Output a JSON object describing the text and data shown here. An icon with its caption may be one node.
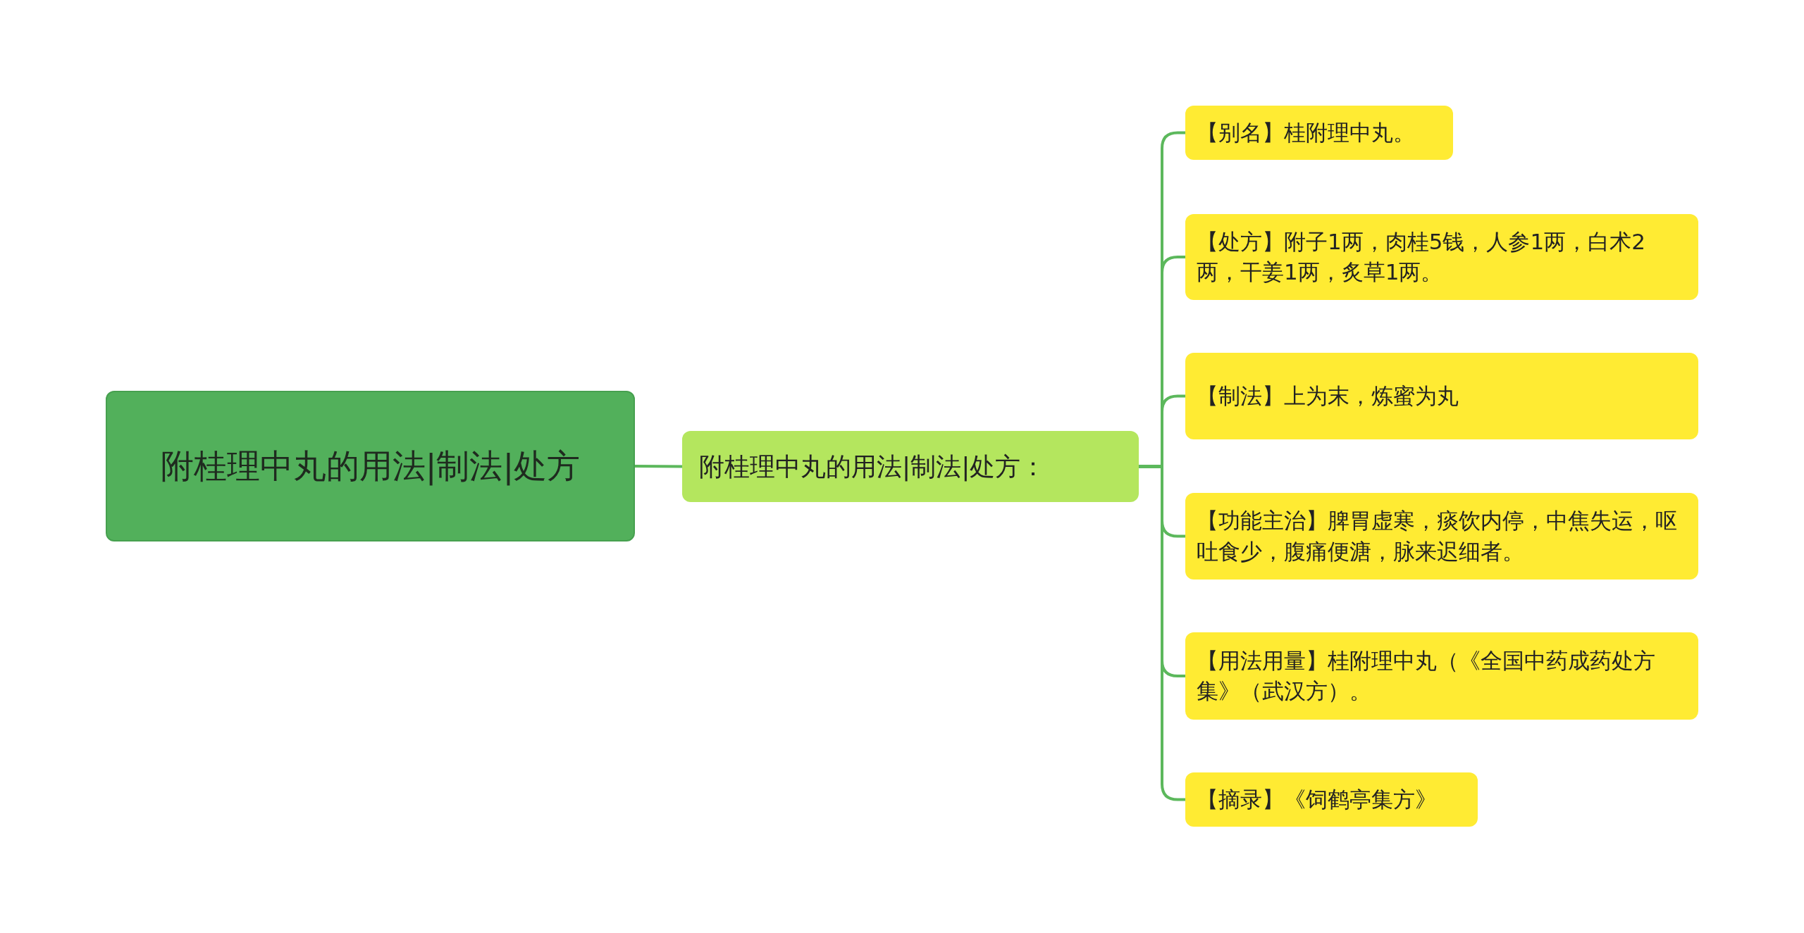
{
  "diagram": {
    "nodes": [
      {
        "text": [
          "附桂理中丸的用法|制法|处方"
        ]
      },
      {
        "text": [
          "附桂理中丸的用法|制法|处方："
        ]
      },
      {
        "text": [
          "【别名】桂附理中丸。"
        ]
      },
      {
        "text": [
          "【处方】附子1两，肉桂5钱，人参1两，白术2两，干姜1两，炙草1两。"
        ]
      },
      {
        "text": [
          "【制法】上为末，炼蜜为丸"
        ]
      },
      {
        "text": [
          "【功能主治】脾胃虚寒，痰饮内停，中焦失运，呕吐食少，腹痛便溏，脉来迟细者。"
        ]
      },
      {
        "text": [
          "【用法用量】桂附理中丸（《全国中药成药处方集》（武汉方）。"
        ]
      },
      {
        "text": [
          "【摘录】《饲鹤亭集方》"
        ]
      }
    ],
    "edges": [
      {
        "from": 0,
        "to": 1,
        "arrow": "none"
      },
      {
        "from": 1,
        "to": 2,
        "arrow": "none"
      },
      {
        "from": 1,
        "to": 3,
        "arrow": "none"
      },
      {
        "from": 1,
        "to": 4,
        "arrow": "none"
      },
      {
        "from": 1,
        "to": 5,
        "arrow": "none"
      },
      {
        "from": 1,
        "to": 6,
        "arrow": "none"
      },
      {
        "from": 1,
        "to": 7,
        "arrow": "none"
      }
    ]
  }
}
